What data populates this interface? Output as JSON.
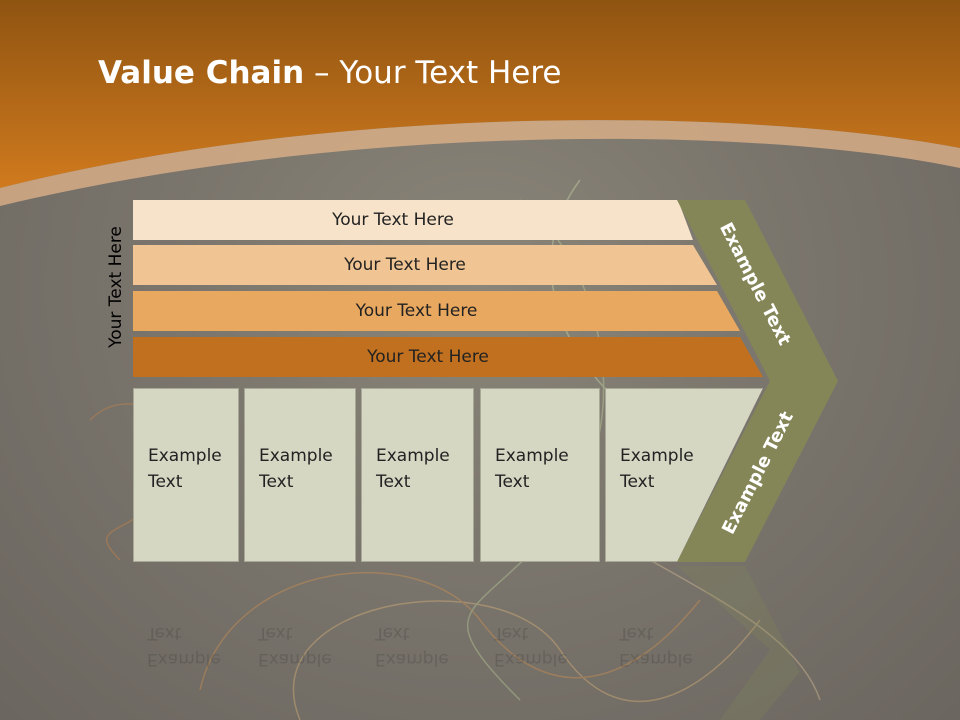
{
  "slide": {
    "title_bold": "Value Chain",
    "title_rest": " – Your Text Here",
    "side_label": "Your Text Here"
  },
  "support_bars": [
    {
      "label": "Your Text Here",
      "color": "#f6e3c9"
    },
    {
      "label": "Your Text Here",
      "color": "#f0c593"
    },
    {
      "label": "Your Text Here",
      "color": "#e8a85f"
    },
    {
      "label": "Your Text Here",
      "color": "#c0701f"
    }
  ],
  "primary_boxes": [
    {
      "label": "Example Text"
    },
    {
      "label": "Example Text"
    },
    {
      "label": "Example Text"
    },
    {
      "label": "Example Text"
    },
    {
      "label": "Example Text"
    }
  ],
  "chevron": {
    "upper_label": "Example Text",
    "lower_label": "Example Text",
    "color": "#848658"
  },
  "colors": {
    "header_orange": "#c8711d",
    "box_fill": "#d6d7c3"
  }
}
